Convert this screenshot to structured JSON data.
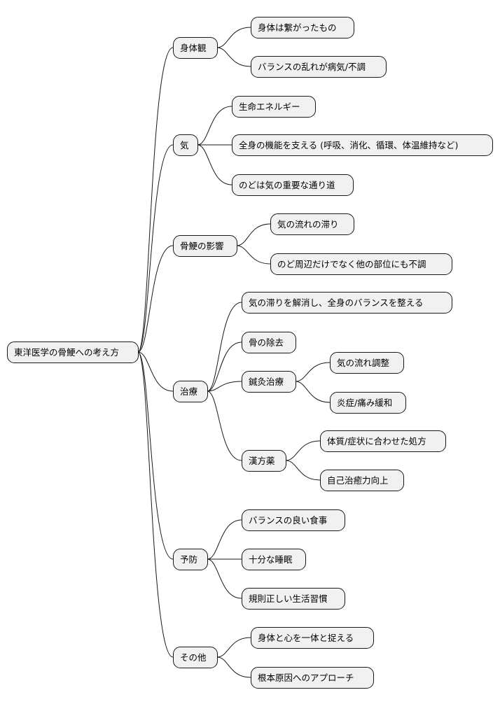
{
  "mindmap": {
    "root": {
      "label": "東洋医学の骨鯁への考え方",
      "children": [
        {
          "label": "身体観",
          "children": [
            {
              "label": "身体は繋がったもの"
            },
            {
              "label": "バランスの乱れが病気/不調"
            }
          ]
        },
        {
          "label": "気",
          "children": [
            {
              "label": "生命エネルギー"
            },
            {
              "label": "全身の機能を支える (呼吸、消化、循環、体温維持など)"
            },
            {
              "label": "のどは気の重要な通り道"
            }
          ]
        },
        {
          "label": "骨鯁の影響",
          "children": [
            {
              "label": "気の流れの滞り"
            },
            {
              "label": "のど周辺だけでなく他の部位にも不調"
            }
          ]
        },
        {
          "label": "治療",
          "children": [
            {
              "label": "気の滞りを解消し、全身のバランスを整える"
            },
            {
              "label": "骨の除去"
            },
            {
              "label": "鍼灸治療",
              "children": [
                {
                  "label": "気の流れ調整"
                },
                {
                  "label": "炎症/痛み緩和"
                }
              ]
            },
            {
              "label": "漢方薬",
              "children": [
                {
                  "label": "体質/症状に合わせた処方"
                },
                {
                  "label": "自己治癒力向上"
                }
              ]
            }
          ]
        },
        {
          "label": "予防",
          "children": [
            {
              "label": "バランスの良い食事"
            },
            {
              "label": "十分な睡眠"
            },
            {
              "label": "規則正しい生活習慣"
            }
          ]
        },
        {
          "label": "その他",
          "children": [
            {
              "label": "身体と心を一体と捉える"
            },
            {
              "label": "根本原因へのアプローチ"
            }
          ]
        }
      ]
    }
  }
}
